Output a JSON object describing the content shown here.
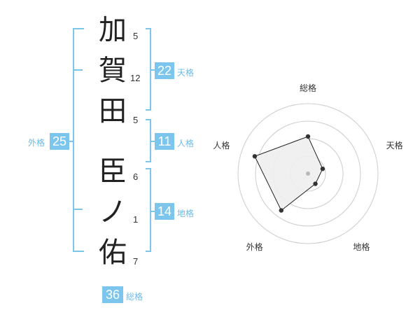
{
  "name": {
    "chars": [
      {
        "char": "加",
        "strokes": "5"
      },
      {
        "char": "賀",
        "strokes": "12"
      },
      {
        "char": "田",
        "strokes": "5"
      },
      {
        "char": "臣",
        "strokes": "6"
      },
      {
        "char": "ノ",
        "strokes": "1"
      },
      {
        "char": "佑",
        "strokes": "7"
      }
    ]
  },
  "fortunes": {
    "tenkaku": {
      "value": "22",
      "label": "天格"
    },
    "jinkaku": {
      "value": "11",
      "label": "人格"
    },
    "chikaku": {
      "value": "14",
      "label": "地格"
    },
    "gaikaku": {
      "value": "25",
      "label": "外格"
    },
    "soukaku": {
      "value": "36",
      "label": "総格"
    }
  },
  "chart_data": {
    "type": "radar",
    "axes": [
      "総格",
      "天格",
      "地格",
      "外格",
      "人格"
    ],
    "values": [
      0.53,
      0.22,
      0.18,
      0.65,
      0.8
    ],
    "scale_rings": 4,
    "colors": {
      "fill": "#eeeeee",
      "stroke": "#222222",
      "grid": "#cccccc",
      "center": "#bbbbbb"
    }
  }
}
